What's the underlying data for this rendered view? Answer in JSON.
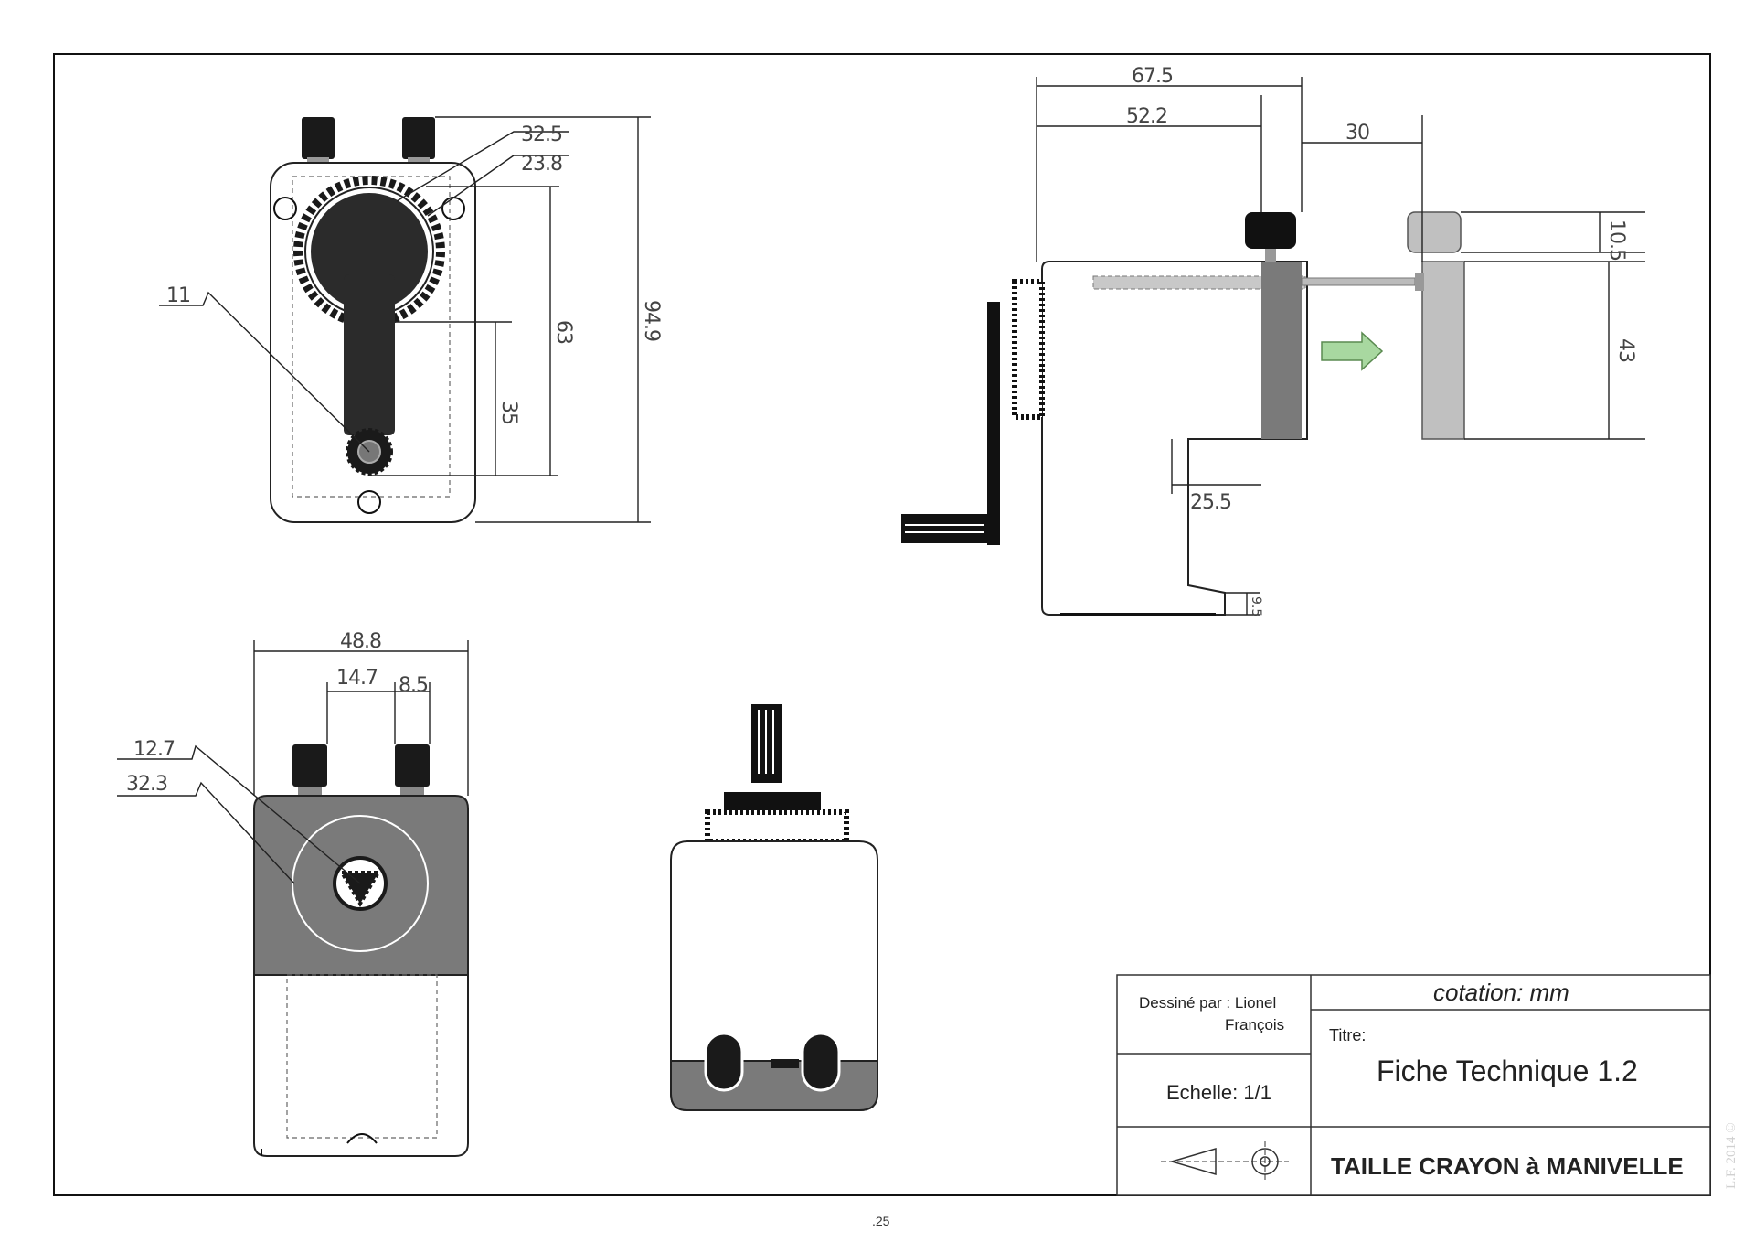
{
  "dimensions": {
    "front_top_width": "32.5",
    "front_gear_dia": "23.8",
    "front_knob": "11",
    "front_arm": "35",
    "front_inner_height": "63",
    "front_total_height": "94.9",
    "side_total_width": "67.5",
    "side_body_width": "52.2",
    "side_drawer_travel": "30",
    "side_drawer_knob": "10.5",
    "side_drawer_height": "43",
    "side_clamp_depth": "25.5",
    "side_clamp_lip": "9.5",
    "bottom_width": "48.8",
    "bottom_knob_spacing": "14.7",
    "bottom_knob_width": "8.5",
    "bottom_hole": "12.7",
    "bottom_circle": "32.3"
  },
  "title_block": {
    "drawn_by_label": "Dessiné par : Lionel",
    "drawn_by_name": "François",
    "units": "cotation: mm",
    "scale": "Echelle: 1/1",
    "title_label": "Titre:",
    "title": "Fiche Technique 1.2",
    "name": "TAILLE CRAYON à MANIVELLE"
  },
  "page_number": ".25",
  "watermark": "L.F. 2014 ©",
  "colors": {
    "dark": "#2b2b2b",
    "grey": "#7a7a7a",
    "light_grey": "#c0c0c0",
    "arrow": "#a8d8a0"
  }
}
